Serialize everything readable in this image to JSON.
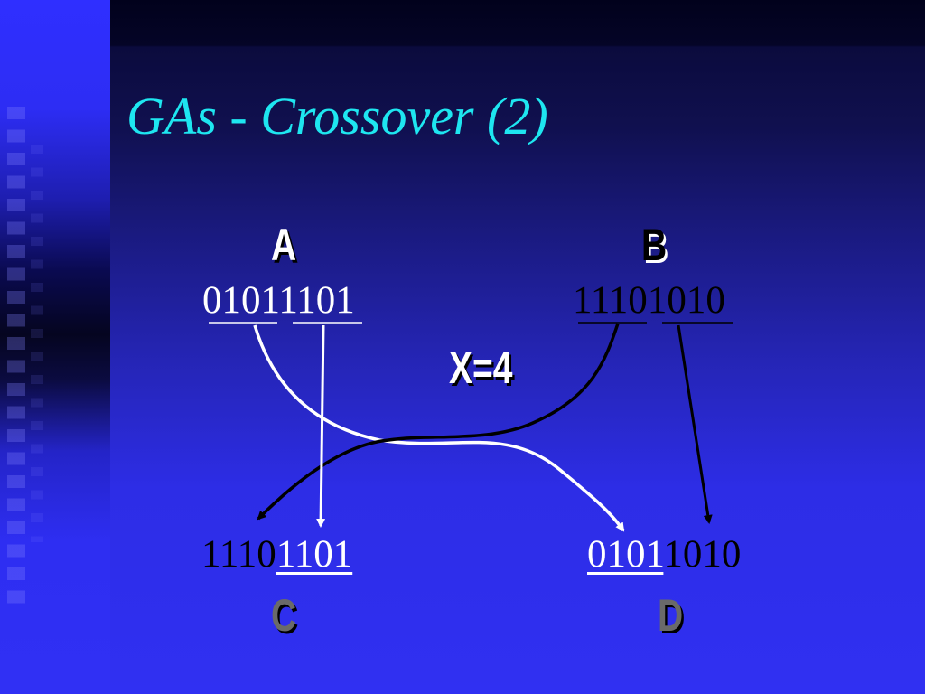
{
  "slide": {
    "title": "GAs - Crossover (2)",
    "crossover_point": "X=4"
  },
  "parents": {
    "a": {
      "label": "A",
      "head": "0101",
      "tail": "1101"
    },
    "b": {
      "label": "B",
      "head": "1110",
      "tail": "1010"
    }
  },
  "children": {
    "c": {
      "label": "C",
      "head": "1110",
      "tail": "1101"
    },
    "d": {
      "label": "D",
      "head": "0101",
      "tail": "1010"
    }
  },
  "colors": {
    "title": "#1ee6f0",
    "background": "#2f2ff2",
    "parent_a": "#ffffff",
    "parent_b": "#000000"
  }
}
